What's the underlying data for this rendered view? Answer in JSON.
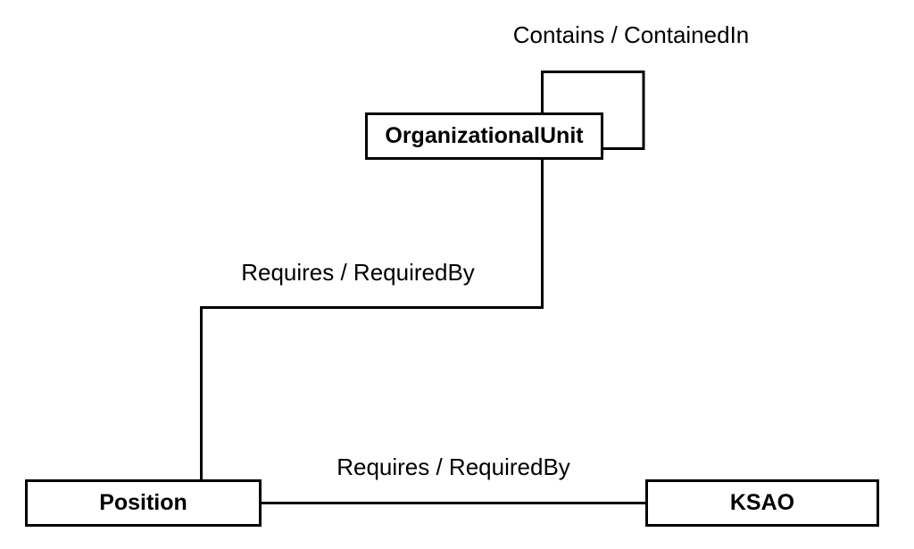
{
  "diagram": {
    "type": "entity-relationship-diagram",
    "background_color": "#ffffff",
    "line_color": "#000000",
    "text_color": "#000000",
    "nodes": [
      {
        "id": "organizationalunit",
        "label": "OrganizationalUnit"
      },
      {
        "id": "position",
        "label": "Position"
      },
      {
        "id": "ksao",
        "label": "KSAO"
      }
    ],
    "edges": [
      {
        "id": "contains-self-loop",
        "label": "Contains / ContainedIn",
        "from": "organizationalunit",
        "to": "organizationalunit"
      },
      {
        "id": "requires-ou-position",
        "label": "Requires / RequiredBy",
        "from": "organizationalunit",
        "to": "position"
      },
      {
        "id": "requires-position-ksao",
        "label": "Requires / RequiredBy",
        "from": "position",
        "to": "ksao"
      }
    ]
  }
}
